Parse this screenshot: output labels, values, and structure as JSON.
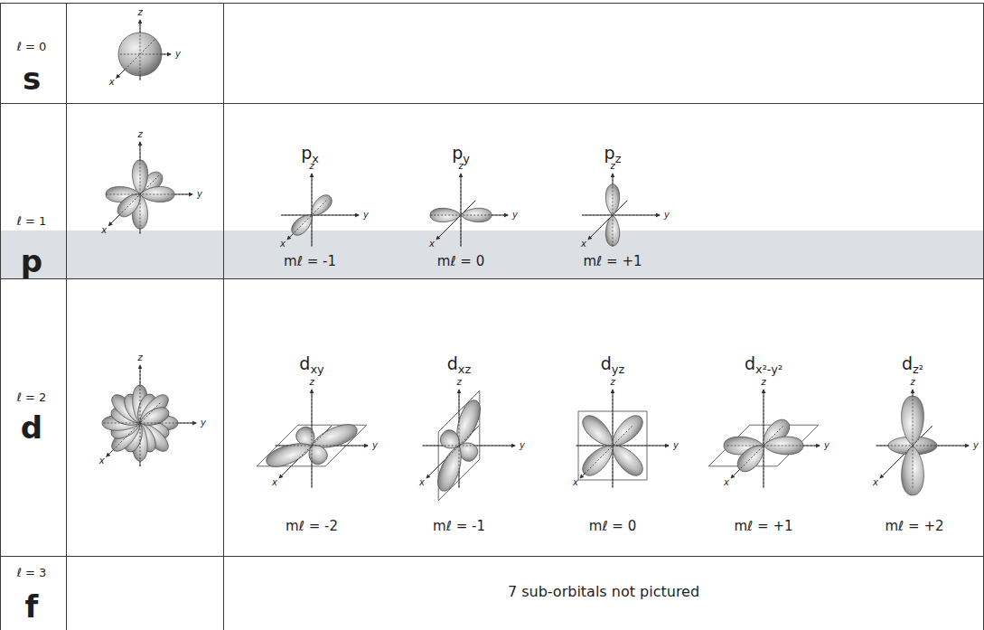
{
  "diagram": {
    "labels": [
      "ℓ = 0",
      "s",
      "ℓ = 1",
      "p",
      "ℓ = 2",
      "d",
      "ℓ = 3",
      "f",
      "z",
      "y",
      "x",
      "z",
      "y",
      "x",
      "z",
      "y",
      "x",
      "z",
      "y",
      "x",
      "z",
      "y",
      "x",
      "z",
      "y",
      "x",
      "z",
      "y",
      "x",
      "z",
      "y",
      "x",
      "z",
      "y",
      "x",
      "z",
      "y",
      "x",
      "z",
      "y",
      "x",
      "p",
      "x",
      "p",
      "y",
      "p",
      "z",
      "mℓ = -1",
      "mℓ = 0",
      "mℓ = +1",
      "d",
      "xy",
      "d",
      "xz",
      "d",
      "yz",
      "d",
      "x²-y²",
      "d",
      "z²",
      "mℓ = -2",
      "mℓ = -1",
      "mℓ = 0",
      "mℓ = +1",
      "mℓ = +2",
      "7 sub-orbitals not pictured"
    ]
  }
}
